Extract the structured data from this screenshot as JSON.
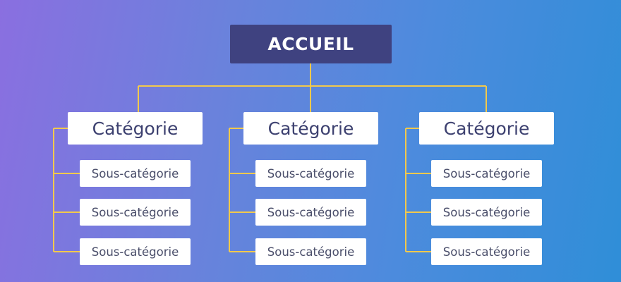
{
  "root": {
    "label": "ACCUEIL"
  },
  "categories": [
    {
      "label": "Catégorie",
      "subcategories": [
        "Sous-catégorie",
        "Sous-catégorie",
        "Sous-catégorie"
      ]
    },
    {
      "label": "Catégorie",
      "subcategories": [
        "Sous-catégorie",
        "Sous-catégorie",
        "Sous-catégorie"
      ]
    },
    {
      "label": "Catégorie",
      "subcategories": [
        "Sous-catégorie",
        "Sous-catégorie",
        "Sous-catégorie"
      ]
    }
  ],
  "colors": {
    "connector": "#f2c94c",
    "root_background": "#3f4280",
    "node_background": "#ffffff",
    "category_text": "#3d4170"
  }
}
